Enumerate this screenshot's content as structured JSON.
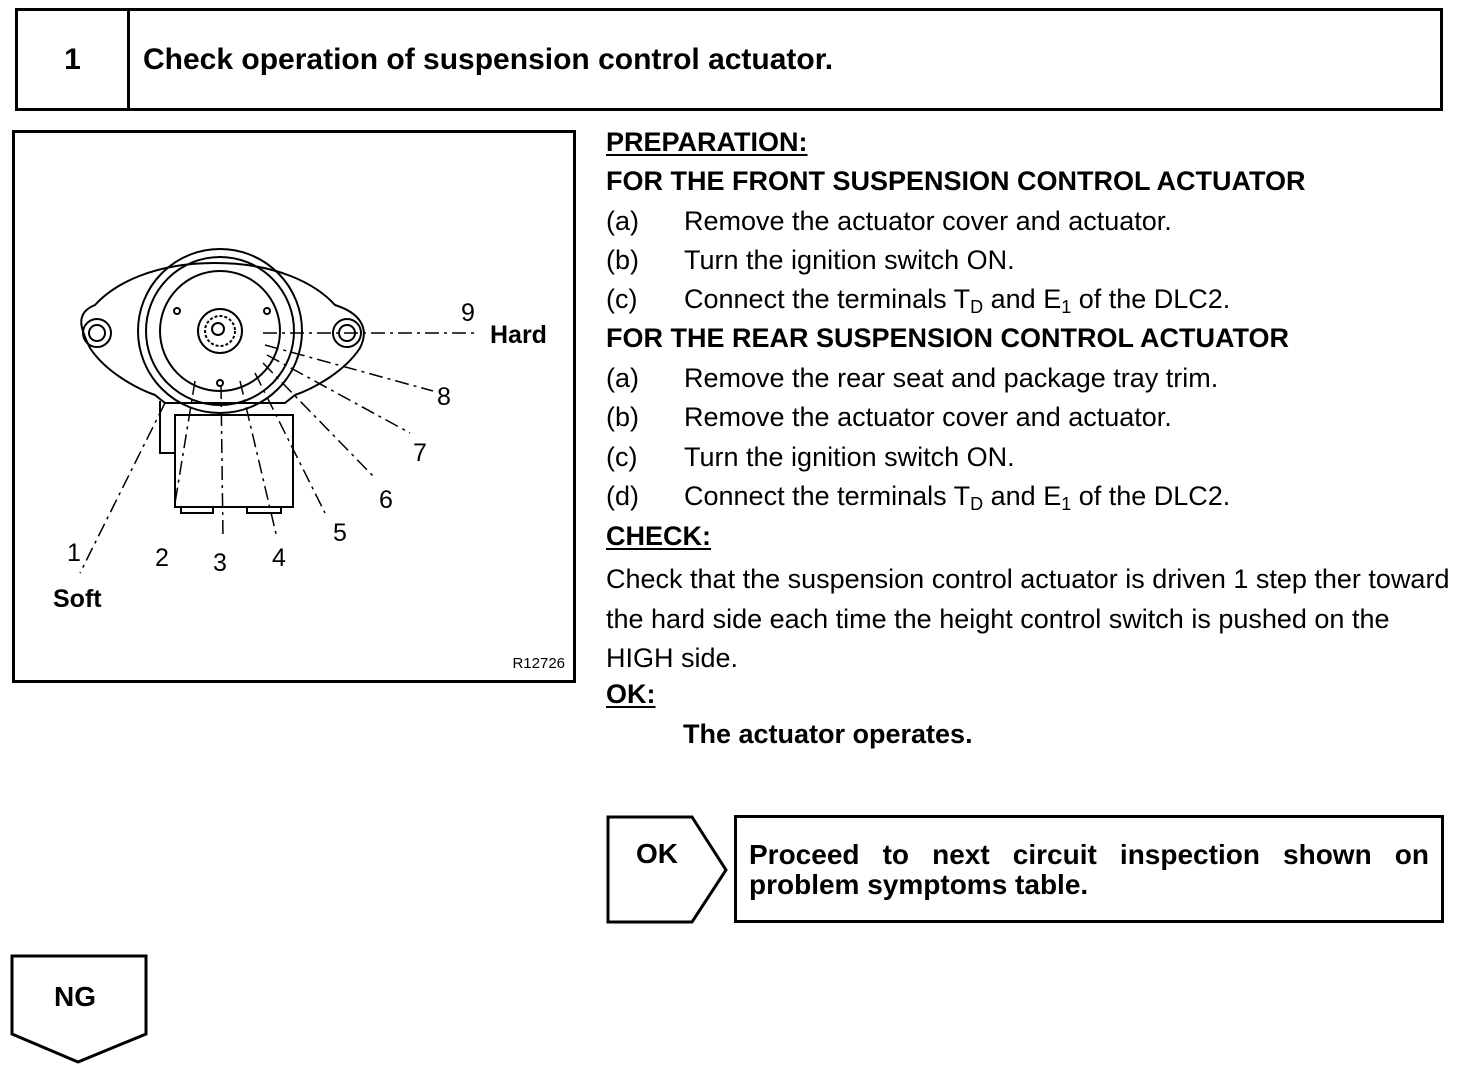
{
  "step": {
    "number": "1",
    "title": "Check operation of suspension control actuator."
  },
  "figure": {
    "labels": {
      "n1": "1",
      "n2": "2",
      "n3": "3",
      "n4": "4",
      "n5": "5",
      "n6": "6",
      "n7": "7",
      "n8": "8",
      "n9": "9",
      "soft": "Soft",
      "hard": "Hard"
    },
    "code": "R12726"
  },
  "preparation": {
    "heading": "PREPARATION:",
    "front": {
      "heading": "FOR THE FRONT SUSPENSION CONTROL ACTUATOR",
      "items": [
        {
          "label": "(a)",
          "text": "Remove the actuator cover and actuator."
        },
        {
          "label": "(b)",
          "text": "Turn the ignition switch ON."
        },
        {
          "label": "(c)",
          "pre": "Connect the terminals T",
          "sub1": "D",
          "mid": " and E",
          "sub2": "1",
          "post": " of the DLC2."
        }
      ]
    },
    "rear": {
      "heading": "FOR THE REAR SUSPENSION CONTROL ACTUATOR",
      "items": [
        {
          "label": "(a)",
          "text": "Remove the rear seat and package tray trim."
        },
        {
          "label": "(b)",
          "text": "Remove the actuator cover and actuator."
        },
        {
          "label": "(c)",
          "text": "Turn the ignition switch ON."
        },
        {
          "label": "(d)",
          "pre": "Connect the terminals T",
          "sub1": "D",
          "mid": " and E",
          "sub2": "1",
          "post": " of the DLC2."
        }
      ]
    }
  },
  "check": {
    "heading": "CHECK:",
    "text": "Check that the suspension control actuator is driven 1 step ther toward the hard side each time the height control switch is pushed on the HIGH side."
  },
  "ok": {
    "heading": "OK:",
    "result": "The actuator operates."
  },
  "flow": {
    "ok_label": "OK",
    "ok_result": "Proceed to next circuit inspection shown on problem symptoms table.",
    "ng_label": "NG"
  }
}
